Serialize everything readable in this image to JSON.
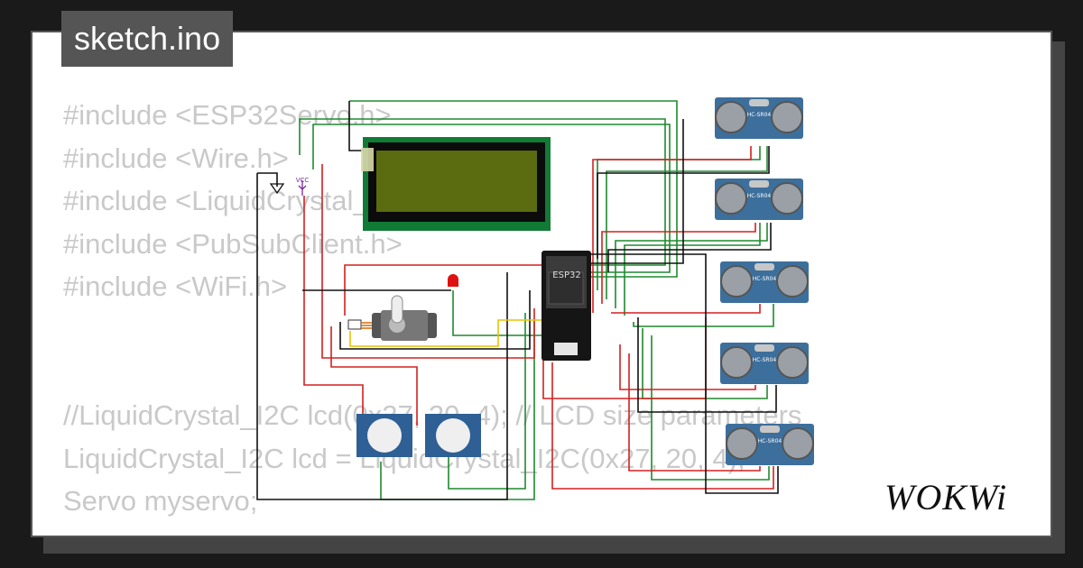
{
  "title": "sketch.ino",
  "code_lines": [
    "#include <ESP32Servo.h>",
    "#include <Wire.h>",
    "#include <LiquidCrystal_I2C.h>",
    "#include <PubSubClient.h>",
    "#include <WiFi.h>",
    "",
    "",
    "//LiquidCrystal_I2C lcd(0x27, 20, 4); // LCD size parameters",
    "LiquidCrystal_I2C lcd = LiquidCrystal_I2C(0x27, 20, 4);",
    "Servo myservo;"
  ],
  "components": {
    "mcu_label": "ESP32",
    "vcc_label": "VCC",
    "sensor_label": "HC-SR04"
  },
  "logo": "WOKWi",
  "colors": {
    "wire_red": "#d42020",
    "wire_green": "#1e8a2e",
    "wire_black": "#111111",
    "wire_yellow": "#e8c400",
    "lcd_board": "#117a35",
    "lcd_screen": "#5a6b10",
    "sensor_blue": "#3d6f9c"
  }
}
